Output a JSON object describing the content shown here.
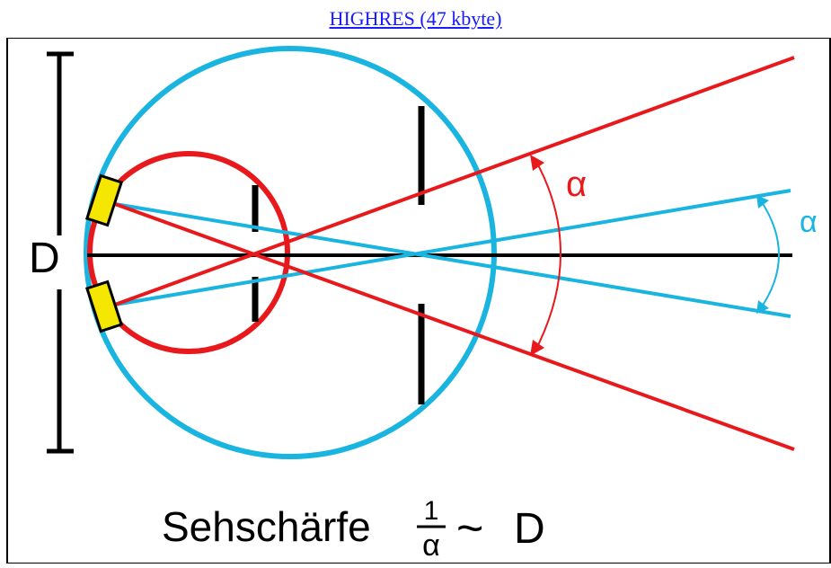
{
  "header": {
    "link_label": "HIGHRES (47 kbyte)"
  },
  "diagram": {
    "diameter_label": "D",
    "alpha_red": "α",
    "alpha_blue": "α",
    "formula_prefix": "Sehschärfe",
    "formula_numerator": "1",
    "formula_denominator": "α",
    "formula_tilde": "~",
    "formula_rhs": "D"
  },
  "colors": {
    "link": "#1a1aff",
    "eye_outline": "#1ab4e0",
    "red_ray": "#e8191c",
    "blue_ray": "#1ab4e0",
    "receptor": "#f5e600",
    "black": "#000000"
  }
}
